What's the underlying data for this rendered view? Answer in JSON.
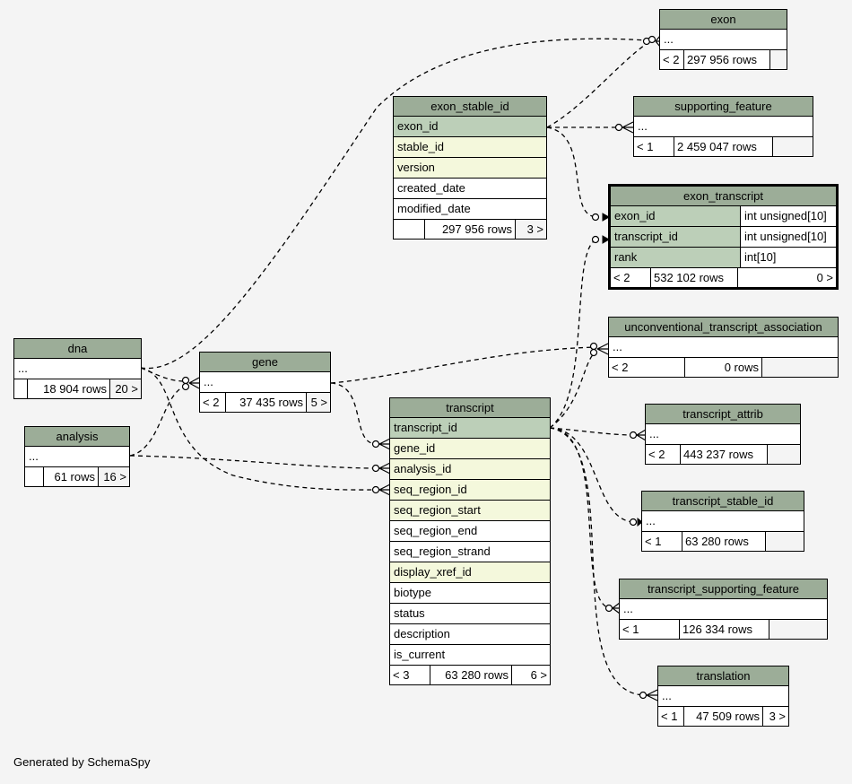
{
  "tables": {
    "exon": {
      "name": "exon",
      "rows": [
        "..."
      ],
      "foot": [
        "< 2",
        "297 956 rows",
        ""
      ]
    },
    "exon_stable_id": {
      "name": "exon_stable_id",
      "rows": [
        "exon_id",
        "stable_id",
        "version",
        "created_date",
        "modified_date"
      ],
      "foot": [
        "",
        "297 956 rows",
        "3 >"
      ]
    },
    "supporting_feature": {
      "name": "supporting_feature",
      "rows": [
        "..."
      ],
      "foot": [
        "< 1",
        "2 459 047 rows",
        ""
      ]
    },
    "exon_transcript": {
      "name": "exon_transcript",
      "rows": [
        {
          "name": "exon_id",
          "type": "int unsigned[10]"
        },
        {
          "name": "transcript_id",
          "type": "int unsigned[10]"
        },
        {
          "name": "rank",
          "type": "int[10]"
        }
      ],
      "foot": [
        "< 2",
        "532 102 rows",
        "0 >"
      ]
    },
    "unconventional_transcript_association": {
      "name": "unconventional_transcript_association",
      "rows": [
        "..."
      ],
      "foot": [
        "< 2",
        "0 rows",
        ""
      ]
    },
    "dna": {
      "name": "dna",
      "rows": [
        "..."
      ],
      "foot": [
        "",
        "18 904 rows",
        "20 >"
      ]
    },
    "gene": {
      "name": "gene",
      "rows": [
        "..."
      ],
      "foot": [
        "< 2",
        "37 435 rows",
        "5 >"
      ]
    },
    "analysis": {
      "name": "analysis",
      "rows": [
        "..."
      ],
      "foot": [
        "",
        "61 rows",
        "16 >"
      ]
    },
    "transcript": {
      "name": "transcript",
      "rows": [
        "transcript_id",
        "gene_id",
        "analysis_id",
        "seq_region_id",
        "seq_region_start",
        "seq_region_end",
        "seq_region_strand",
        "display_xref_id",
        "biotype",
        "status",
        "description",
        "is_current"
      ],
      "foot": [
        "< 3",
        "63 280 rows",
        "6 >"
      ]
    },
    "transcript_attrib": {
      "name": "transcript_attrib",
      "rows": [
        "..."
      ],
      "foot": [
        "< 2",
        "443 237 rows",
        ""
      ]
    },
    "transcript_stable_id": {
      "name": "transcript_stable_id",
      "rows": [
        "..."
      ],
      "foot": [
        "< 1",
        "63 280 rows",
        ""
      ]
    },
    "transcript_supporting_feature": {
      "name": "transcript_supporting_feature",
      "rows": [
        "..."
      ],
      "foot": [
        "< 1",
        "126 334 rows",
        ""
      ]
    },
    "translation": {
      "name": "translation",
      "rows": [
        "..."
      ],
      "foot": [
        "< 1",
        "47 509 rows",
        "3 >"
      ]
    }
  },
  "footer": "Generated by SchemaSpy",
  "colors": {
    "header": "#9cad98",
    "primary_key": "#bccfb8",
    "foreign_key": "#f4f8dc",
    "background": "#f4f4f4"
  }
}
